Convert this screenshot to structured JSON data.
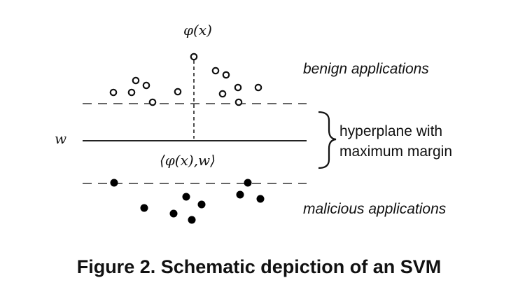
{
  "diagram": {
    "phi_label": "φ(x)",
    "w_label": "w",
    "projection_label": "⟨φ(x),w⟩",
    "benign_label": "benign applications",
    "hyperplane_label_line1": "hyperplane with",
    "hyperplane_label_line2": "maximum margin",
    "malicious_label": "malicious applications",
    "colors": {
      "ink": "#1a1a1a",
      "background": "#ffffff"
    }
  },
  "caption": "Figure 2. Schematic depiction of an SVM"
}
